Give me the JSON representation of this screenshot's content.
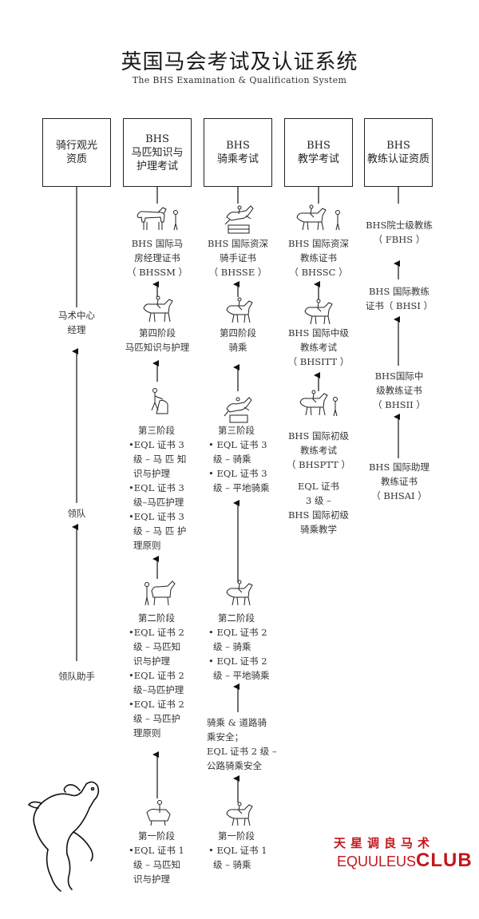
{
  "title": {
    "zh": "英国马会考试及认证系统",
    "en": "The BHS Examination & Qualification System"
  },
  "columns": [
    {
      "lines": [
        "骑行观光",
        "资质"
      ]
    },
    {
      "lines": [
        "BHS",
        "马匹知识与",
        "护理考试"
      ]
    },
    {
      "lines": [
        "BHS",
        "骑乘考试"
      ]
    },
    {
      "lines": [
        "BHS",
        "教学考试"
      ]
    },
    {
      "lines": [
        "BHS",
        "教练认证资质"
      ]
    }
  ],
  "col1": {
    "manager": [
      "马术中心",
      "经理"
    ],
    "leader": "领队",
    "assistant": "领队助手"
  },
  "col2": {
    "top": [
      "BHS 国际马",
      "房经理证书",
      "（ BHSSM ）"
    ],
    "stage4": [
      "第四阶段",
      "马匹知识与护理"
    ],
    "stage3": [
      "第三阶段",
      "•EQL 证书 3",
      "级 – 马 匹 知",
      "识与护理",
      "•EQL 证书 3",
      "级–马匹护理",
      "•EQL 证书 3",
      "级 – 马 匹 护",
      "理原则"
    ],
    "stage2": [
      "第二阶段",
      "•EQL 证书 2",
      "级 – 马匹知",
      "识与护理",
      "•EQL 证书 2",
      "级–马匹护理",
      "•EQL 证书 2",
      "级 – 马匹护",
      "理原则"
    ],
    "stage1": [
      "第一阶段",
      "•EQL 证书 1",
      "级 – 马匹知",
      "识与护理"
    ]
  },
  "col3": {
    "top": [
      "BHS 国际资深",
      "骑手证书",
      "（ BHSSE ）"
    ],
    "stage4": [
      "第四阶段",
      "骑乘"
    ],
    "stage3": [
      "第三阶段",
      "• EQL 证书 3",
      "级 – 骑乘",
      "• EQL 证书 3",
      "级 – 平地骑乘"
    ],
    "stage2": [
      "第二阶段",
      "• EQL 证书 2",
      "级 – 骑乘",
      "• EQL 证书 2",
      "级 – 平地骑乘"
    ],
    "road": [
      "骑乘 & 道路骑",
      "乘安全；",
      "EQL 证书 2 级 –",
      "公路骑乘安全"
    ],
    "stage1": [
      "第一阶段",
      "• EQL 证书 1",
      "级 – 骑乘"
    ]
  },
  "col4": {
    "top": [
      "BHS 国际资深",
      "教练证书",
      "（ BHSSC ）"
    ],
    "mid": [
      "BHS 国际中级",
      "教练考试",
      "（ BHSITT ）"
    ],
    "low": [
      "BHS 国际初级",
      "教练考试",
      "（ BHSPTT ）"
    ],
    "eql": [
      "EQL 证书",
      "3 级 –",
      "BHS 国际初级",
      "骑乘教学"
    ]
  },
  "col5": {
    "fbhs": [
      "BHS院士级教练",
      "（ FBHS ）"
    ],
    "bhsi": [
      "BHS 国际教练",
      "证书（ BHSI ）"
    ],
    "bhsii": [
      "BHS国际中",
      "级教练证书",
      "（ BHSII ）"
    ],
    "bhsai": [
      "BHS 国际助理",
      "教练证书",
      "（ BHSAI ）"
    ]
  },
  "brand": {
    "zh": "天星调良马术",
    "en_left": "EQUULEUS",
    "en_right": "CLUB",
    "color": "#c4161c"
  },
  "icons": [
    "horse-with-groom-icon",
    "jumping-horse-icon",
    "horse-rider-icon",
    "rearing-horse-logo-icon"
  ]
}
